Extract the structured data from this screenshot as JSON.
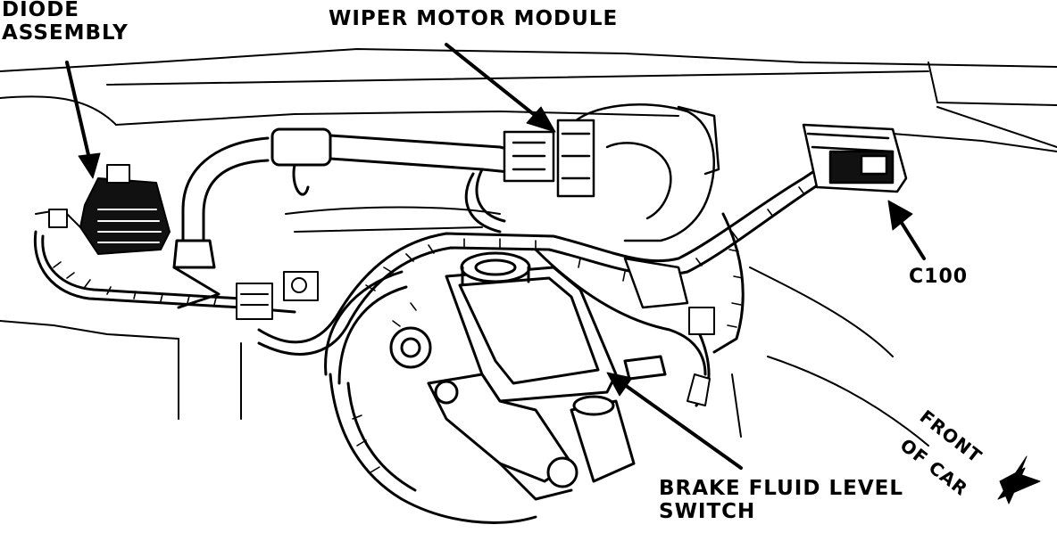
{
  "labels": {
    "diode_line1": "DIODE",
    "diode_line2": "ASSEMBLY",
    "wiper": "WIPER MOTOR MODULE",
    "c100": "C100",
    "brake_line1": "BRAKE FLUID LEVEL",
    "brake_line2": "SWITCH",
    "front_line1": "FRONT",
    "front_line2": "OF CAR"
  },
  "colors": {
    "ink": "#000000",
    "paper": "#ffffff"
  }
}
